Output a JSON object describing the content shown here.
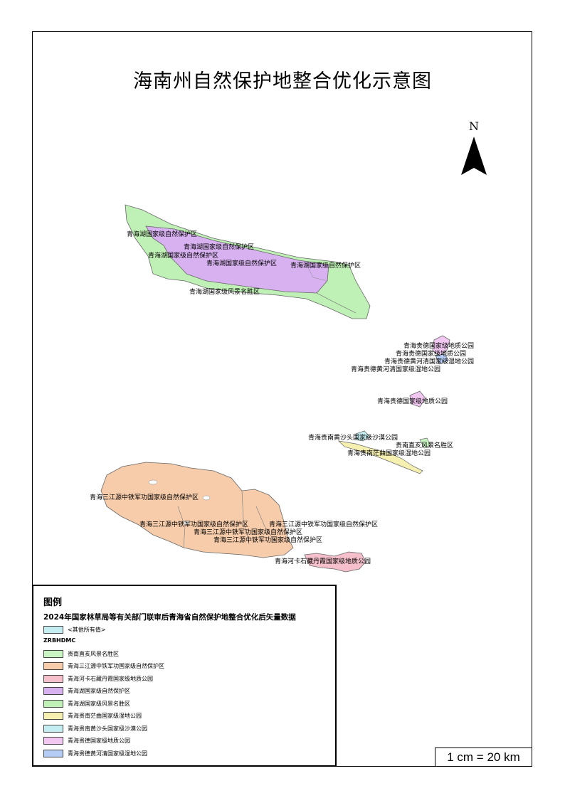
{
  "map_title": "海南州自然保护地整合优化示意图",
  "north_label": "N",
  "scale_text": "1 cm = 20 km",
  "colors": {
    "scenic": "#c8f5c2",
    "sanjiangyuan": "#f7ccab",
    "heyin_geopark": "#f5c0cc",
    "qinghaihu_reserve": "#d7b1f0",
    "qinghaihu_scenic": "#bff0b5",
    "gonghe_wetland": "#f5f0b0",
    "desert_park": "#c5eef2",
    "guide_geopark": "#f2c8f2",
    "guide_wetland": "#b5ccf5",
    "outline": "#666666"
  },
  "map_labels": {
    "qhh_1": "青海湖国家级自然保护区",
    "qhh_2": "青海湖国家级自然保护区",
    "qhh_3": "青海湖国家级自然保护区",
    "qhh_4": "青海湖国家级自然保护区",
    "qhh_5": "青海湖国家级自然保护区",
    "qhh_scenic": "青海湖国家级风景名胜区",
    "guide_geo_1": "青海贵德国家级地质公园",
    "guide_geo_2": "青海贵德国家级地质公园",
    "guide_wet_1": "青海贵德黄河清国家级湿地公园",
    "guide_wet_2": "青海贵德黄河清国家级湿地公园",
    "guide_geo_3": "青海贵德国家级地质公园",
    "desert": "青海贵南黄沙头国家级沙漠公园",
    "scenic_gn": "贵南直亥风景名胜区",
    "wetland_gn": "青海贵南茫曲国家级湿地公园",
    "sjy_1": "青海三江源中铁军功国家级自然保护区",
    "sjy_2": "青海三江源中铁军功国家级自然保护区",
    "sjy_3": "青海三江源中铁军功国家级自然保护区",
    "sjy_4": "青海三江源中铁军功国家级自然保护区",
    "sjy_5": "青海三江源中铁军功国家级自然保护区",
    "heyin": "青海河卡石藏丹霞国家级地质公园"
  },
  "legend": {
    "title": "图例",
    "dataset": "2024年国家林草局等有关部门联审后青海省自然保护地整合优化后矢量数据",
    "other": "<其他所有值>",
    "field": "ZRBHDMC",
    "items": [
      {
        "label": "贵南直亥风景名胜区",
        "color_key": "scenic"
      },
      {
        "label": "青海三江源中铁军功国家级自然保护区",
        "color_key": "sanjiangyuan"
      },
      {
        "label": "青海河卡石藏丹霞国家级地质公园",
        "color_key": "heyin_geopark"
      },
      {
        "label": "青海湖国家级自然保护区",
        "color_key": "qinghaihu_reserve"
      },
      {
        "label": "青海湖国家级风景名胜区",
        "color_key": "qinghaihu_scenic"
      },
      {
        "label": "青海贵南茫曲国家级湿地公园",
        "color_key": "gonghe_wetland"
      },
      {
        "label": "青海贵南黄沙头国家级沙漠公园",
        "color_key": "desert_park"
      },
      {
        "label": "青海贵德国家级地质公园",
        "color_key": "guide_geopark"
      },
      {
        "label": "青海贵德黄河清国家级湿地公园",
        "color_key": "guide_wetland"
      }
    ]
  }
}
